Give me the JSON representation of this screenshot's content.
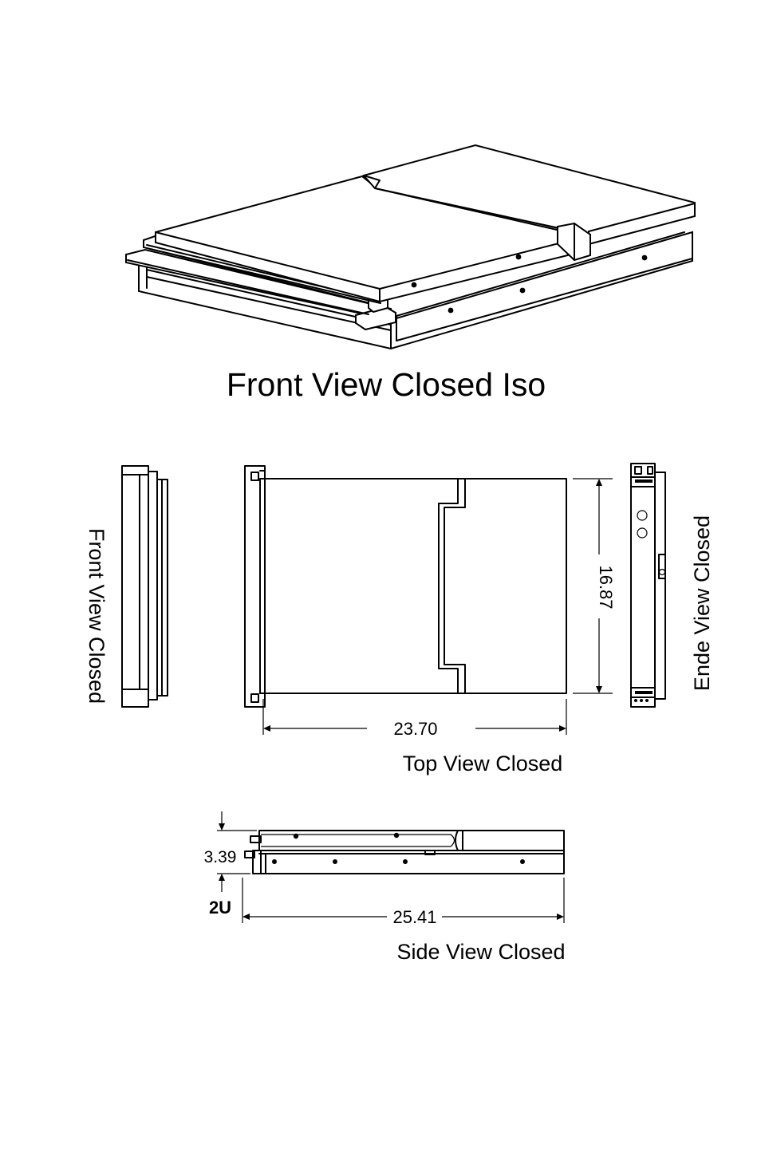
{
  "views": {
    "iso_title": "Front View Closed Iso",
    "front_title": "Front View Closed",
    "top_title": "Top View Closed",
    "end_title": "Ende View Closed",
    "side_title": "Side View Closed"
  },
  "dimensions": {
    "top_width": "23.70",
    "top_depth": "16.87",
    "side_height": "3.39",
    "side_rack_units": "2U",
    "side_length": "25.41"
  },
  "colors": {
    "line": "#000000",
    "background": "#ffffff"
  }
}
